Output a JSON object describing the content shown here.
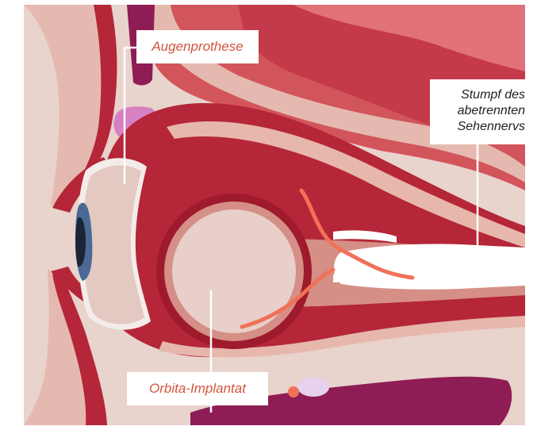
{
  "labels": {
    "augenprothese": "Augenprothese",
    "orbita_implantat": "Orbita-Implantat",
    "stumpf": [
      "Stumpf des",
      "abetrennten",
      "Sehennervs"
    ]
  },
  "colors": {
    "background_skin": "#e8d3cd",
    "dark_red": "#9e1a2c",
    "muscle_red": "#b52638",
    "mid_pink": "#d58f86",
    "light_tissue": "#e7b7ab",
    "implant": "#e8cfc9",
    "nerve_white": "#ffffff",
    "vessel": "#f07158",
    "purple": "#8e1d55",
    "violet": "#d581c2",
    "label_accent": "#d2553f"
  }
}
